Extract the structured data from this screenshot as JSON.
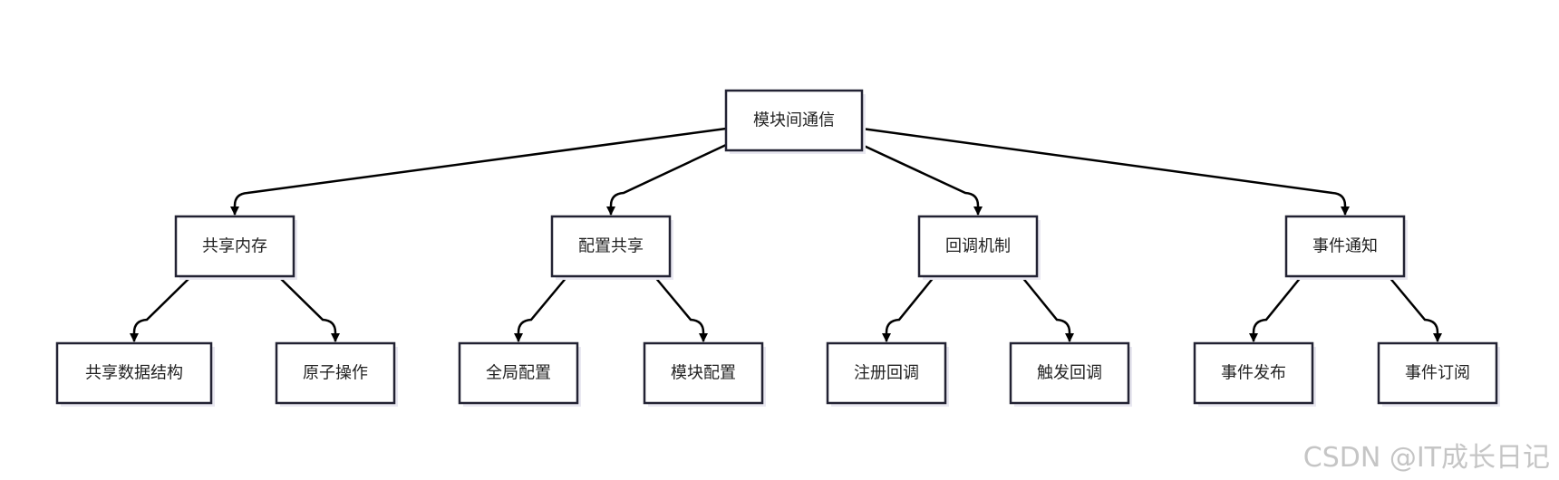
{
  "diagram": {
    "root": "模块间通信",
    "children": [
      {
        "label": "共享内存",
        "children": [
          "共享数据结构",
          "原子操作"
        ]
      },
      {
        "label": "配置共享",
        "children": [
          "全局配置",
          "模块配置"
        ]
      },
      {
        "label": "回调机制",
        "children": [
          "注册回调",
          "触发回调"
        ]
      },
      {
        "label": "事件通知",
        "children": [
          "事件发布",
          "事件订阅"
        ]
      }
    ]
  },
  "watermark": "CSDN @IT成长日记"
}
